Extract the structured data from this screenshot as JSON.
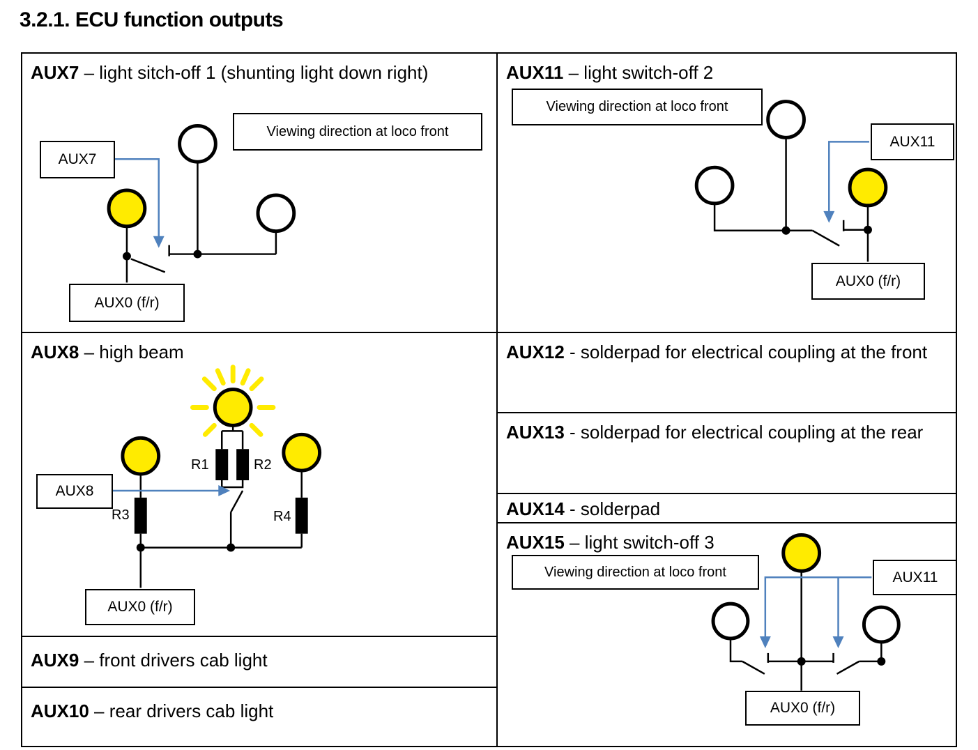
{
  "page": {
    "heading": "3.2.1. ECU function outputs"
  },
  "colors": {
    "lamp_yellow": "#ffeb00",
    "arrow_blue": "#4f81bd"
  },
  "cells": {
    "aux7": {
      "label": "AUX7",
      "desc": " – light sitch-off 1 (shunting light down right)",
      "viewing_box": "Viewing direction at loco front",
      "aux_box": "AUX7",
      "aux0_box": "AUX0 (f/r)"
    },
    "aux8": {
      "label": "AUX8",
      "desc": " – high beam",
      "aux_box": "AUX8",
      "aux0_box": "AUX0 (f/r)",
      "r1": "R1",
      "r2": "R2",
      "r3": "R3",
      "r4": "R4"
    },
    "aux9": {
      "label": "AUX9",
      "desc": " – front drivers cab light"
    },
    "aux10": {
      "label": "AUX10",
      "desc": " – rear drivers cab light"
    },
    "aux11": {
      "label": "AUX11",
      "desc": " – light switch-off 2",
      "viewing_box": "Viewing direction at loco front",
      "aux_box": "AUX11",
      "aux0_box": "AUX0 (f/r)"
    },
    "aux12": {
      "label": "AUX12",
      "desc": " - solderpad for electrical coupling at the front"
    },
    "aux13": {
      "label": "AUX13",
      "desc": " - solderpad for electrical coupling at the rear"
    },
    "aux14": {
      "label": "AUX14",
      "desc": " - solderpad"
    },
    "aux15": {
      "label": "AUX15",
      "desc": " – light switch-off 3",
      "viewing_box": "Viewing direction at loco front",
      "aux_box": "AUX11",
      "aux0_box": "AUX0 (f/r)"
    }
  }
}
